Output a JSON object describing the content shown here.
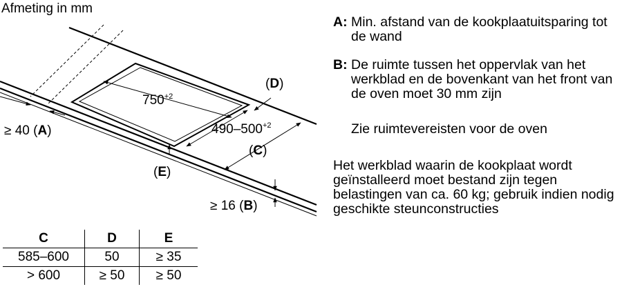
{
  "unit_caption": "Afmeting in mm",
  "labels": {
    "width": "750",
    "width_tol": "+2",
    "depth": "490–500",
    "depth_tol": "+2",
    "a_prefix": "≥ 40 (",
    "a_key": "A",
    "b_prefix": "≥ 16 (",
    "b_key": "B",
    "close": ")",
    "open": "(",
    "c_key": "C",
    "d_key": "D",
    "e_key": "E"
  },
  "notes": [
    {
      "key": "A:",
      "text": "Min. afstand van de kookplaatuitsparing tot de wand"
    },
    {
      "key": "B:",
      "text": "De ruimte tussen het oppervlak van het werkblad en de bovenkant van het front van de oven moet 30 mm zijn"
    }
  ],
  "oven_note": "Zie ruimtevereisten voor de oven",
  "worktop_note": "Het werkblad waarin de kookplaat wordt geïnstalleerd moet bestand zijn tegen belastingen van ca. 60 kg; gebruik indien nodig geschikte steunconstructies",
  "table": {
    "headers": [
      "C",
      "D",
      "E"
    ],
    "rows": [
      [
        "585–600",
        "50",
        "≥ 35"
      ],
      [
        "> 600",
        "≥ 50",
        "≥ 50"
      ]
    ]
  }
}
